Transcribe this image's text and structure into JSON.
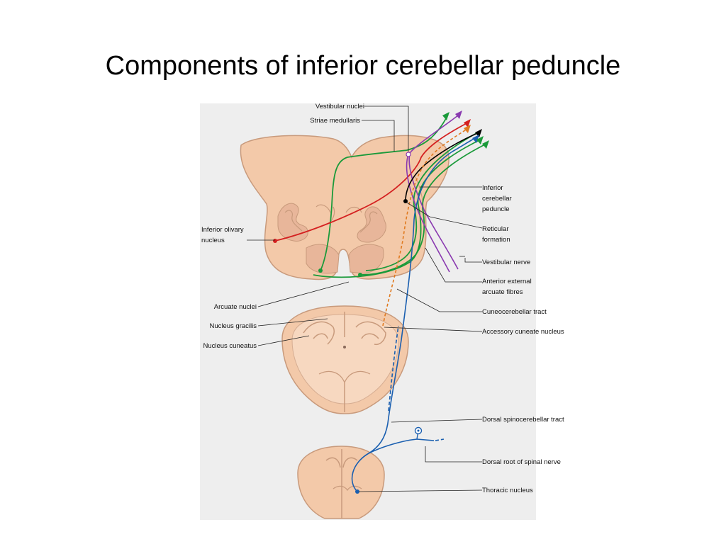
{
  "slide": {
    "title": "Components of inferior cerebellar peduncle"
  },
  "labels": {
    "vestibular_nuclei": "Vestibular nuclei",
    "striae_medullaris": "Striae medullaris",
    "inferior_cerebellar_peduncle": [
      "Inferior",
      "cerebellar",
      "peduncle"
    ],
    "reticular_formation": [
      "Reticular",
      "formation"
    ],
    "vestibular_nerve": "Vestibular nerve",
    "anterior_external_arcuate_fibres": [
      "Anterior external",
      "arcuate fibres"
    ],
    "inferior_olivary_nucleus": [
      "Inferior olivary",
      "nucleus"
    ],
    "arcuate_nuclei": "Arcuate nuclei",
    "nucleus_gracilis": "Nucleus gracilis",
    "nucleus_cuneatus": "Nucleus cuneatus",
    "cuneocerebellar_tract": "Cuneocerebellar tract",
    "accessory_cuneate_nucleus": "Accessory cuneate nucleus",
    "dorsal_spinocerebellar_tract": "Dorsal spinocerebellar tract",
    "dorsal_root_of_spinal_nerve": "Dorsal root of spinal nerve",
    "thoracic_nucleus": "Thoracic nucleus"
  },
  "colors": {
    "tissue_fill": "#f3c9a9",
    "tissue_edge": "#c89a7c",
    "grey_matter": "#e8b69a",
    "background_panel": "#eeeeee",
    "fibre_green": "#1a9a3a",
    "fibre_red": "#d42020",
    "fibre_purple": "#8a3ab0",
    "fibre_orange": "#e07a20",
    "fibre_black": "#000000",
    "fibre_blue": "#1a5fb0"
  }
}
